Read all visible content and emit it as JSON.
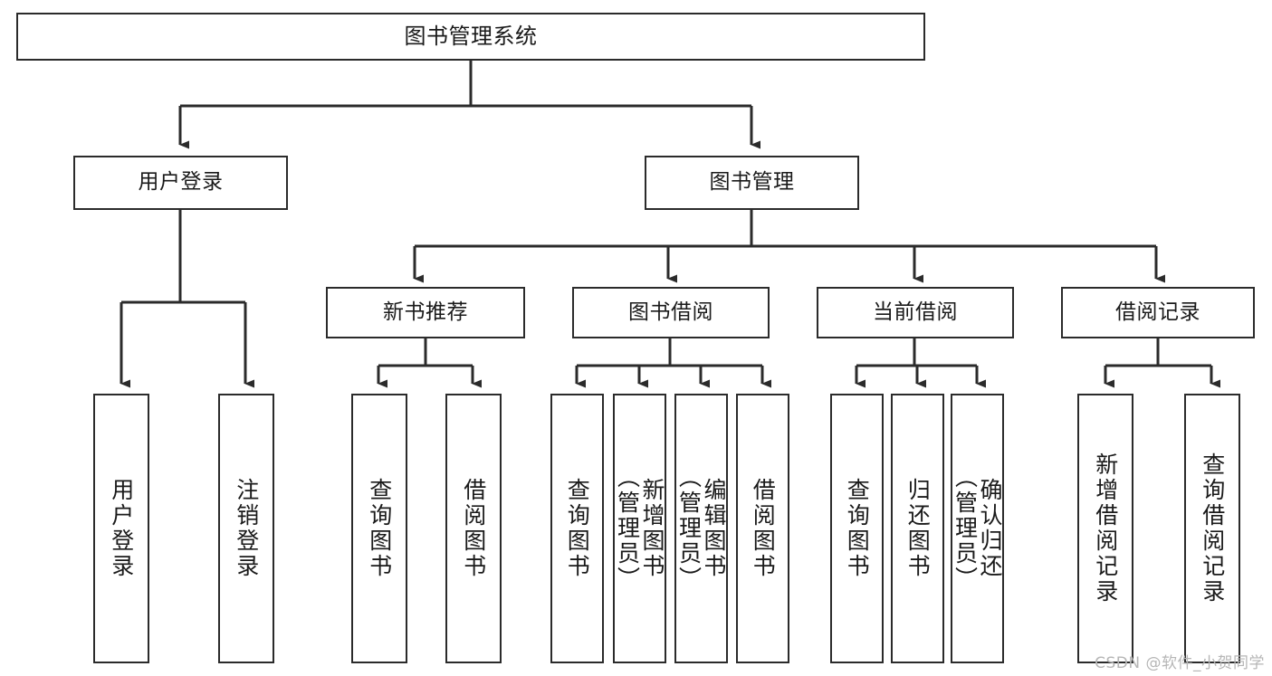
{
  "diagram": {
    "title": "图书管理系统",
    "type": "tree-hierarchy-chart",
    "stroke_color": "#2b2b2b",
    "background_color": "#ffffff",
    "text_color": "#1a1a1a"
  },
  "root": {
    "label": "图书管理系统"
  },
  "level2": [
    {
      "label": "用户登录"
    },
    {
      "label": "图书管理"
    }
  ],
  "level3": [
    {
      "label": "新书推荐"
    },
    {
      "label": "图书借阅"
    },
    {
      "label": "当前借阅"
    },
    {
      "label": "借阅记录"
    }
  ],
  "leaves": {
    "user_login": [
      {
        "label": "用户登录"
      },
      {
        "label": "注销登录"
      }
    ],
    "new_book_recommend": [
      {
        "label": "查询图书"
      },
      {
        "label": "借阅图书"
      }
    ],
    "book_borrow": [
      {
        "label": "查询图书"
      },
      {
        "label": "新增图书\n（管理员）"
      },
      {
        "label": "编辑图书\n（管理员）"
      },
      {
        "label": "借阅图书"
      }
    ],
    "current_borrow": [
      {
        "label": "查询图书"
      },
      {
        "label": "归还图书"
      },
      {
        "label": "确认归还\n（管理员）"
      }
    ],
    "borrow_records": [
      {
        "label": "新增借阅记录"
      },
      {
        "label": "查询借阅记录"
      }
    ]
  },
  "watermark": {
    "text": "CSDN @软件_小贺同学",
    "color": "#b6b6b6"
  }
}
